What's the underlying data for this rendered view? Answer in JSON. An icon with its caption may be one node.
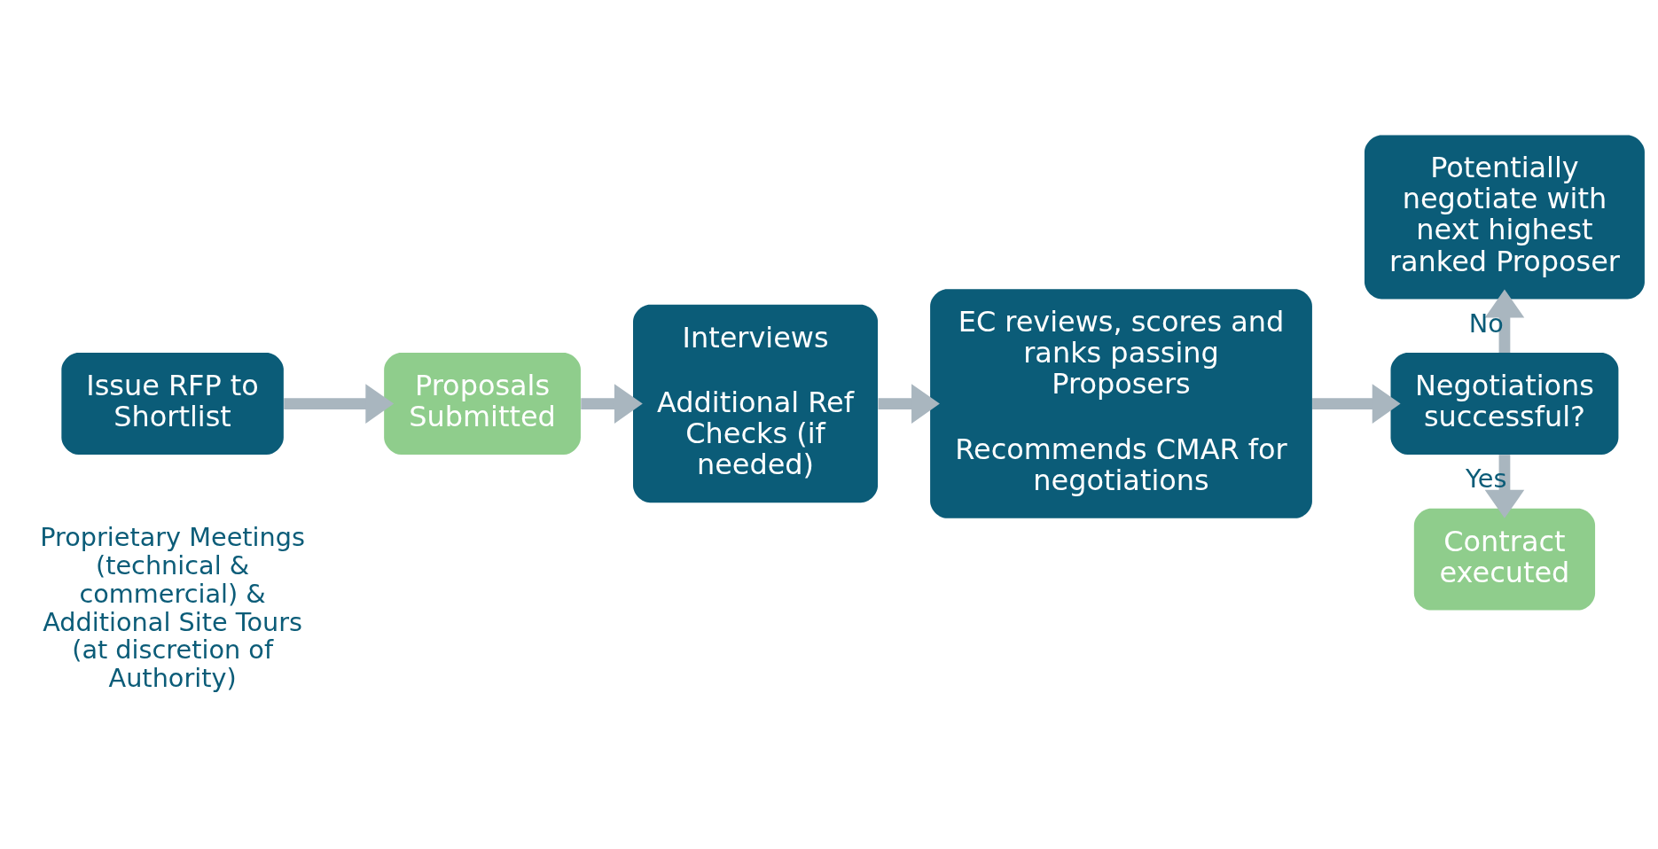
{
  "diagram": {
    "nodes": [
      {
        "text": [
          "Issue RFP to Shortlist"
        ],
        "beside": [
          "Proprietary Meetings (technical & commercial) & Additional Site Tours (at discretion of Authority)"
        ]
      },
      {
        "text": [
          "Proposals Submitted"
        ]
      },
      {
        "text": [
          "Interviews",
          "Additional Ref Checks (if needed)"
        ]
      },
      {
        "text": [
          "EC reviews, scores and ranks passing Proposers",
          "Recommends CMAR for negotiations"
        ]
      },
      {
        "text": [
          "Negotiations successful?"
        ]
      },
      {
        "text": [
          "Potentially negotiate with next highest ranked Proposer"
        ]
      },
      {
        "text": [
          "Contract executed"
        ]
      }
    ],
    "edges": [
      {
        "from": 0,
        "to": 1,
        "arrow": "to"
      },
      {
        "from": 1,
        "to": 2,
        "arrow": "to"
      },
      {
        "from": 2,
        "to": 3,
        "arrow": "to"
      },
      {
        "from": 3,
        "to": 4,
        "arrow": "to"
      },
      {
        "from": 4,
        "to": 5,
        "arrow": "to",
        "label": "No"
      },
      {
        "from": 4,
        "to": 6,
        "arrow": "to",
        "label": "Yes"
      }
    ]
  }
}
